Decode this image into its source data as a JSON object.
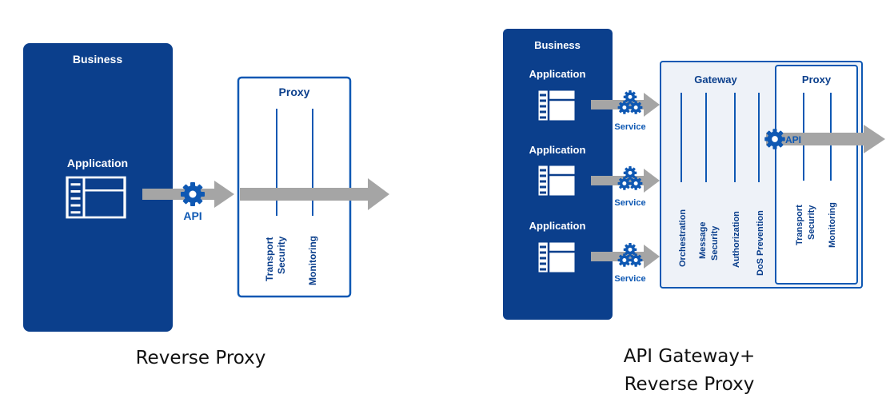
{
  "colors": {
    "business_blue": "#0b3f8c",
    "frame_blue": "#0e58b3",
    "gateway_fill": "#eef2f8",
    "arrow_gray": "#a5a5a5",
    "gear_blue": "#0e58b3"
  },
  "left": {
    "business_label": "Business",
    "application_label": "Application",
    "api_label": "API",
    "proxy_title": "Proxy",
    "proxy_lines": [
      "Transport",
      "Security"
    ],
    "monitoring_label": "Monitoring",
    "caption": "Reverse Proxy",
    "icons": [
      "application-window-icon",
      "gear-icon",
      "arrow-icon"
    ]
  },
  "right": {
    "business_label": "Business",
    "applications": [
      {
        "label": "Application",
        "service_label": "Service"
      },
      {
        "label": "Application",
        "service_label": "Service"
      },
      {
        "label": "Application",
        "service_label": "Service"
      }
    ],
    "gateway_title": "Gateway",
    "gateway_columns": [
      {
        "lines": [
          "Orchestration"
        ]
      },
      {
        "lines": [
          "Message",
          "Security"
        ]
      },
      {
        "lines": [
          "Authorization"
        ]
      },
      {
        "lines": [
          "DoS Prevention"
        ]
      }
    ],
    "proxy_title": "Proxy",
    "proxy_lines": [
      "Transport",
      "Security"
    ],
    "monitoring_label": "Monitoring",
    "api_label": "API",
    "caption_line1": "API Gateway+",
    "caption_line2": "Reverse Proxy",
    "icons": [
      "application-window-icon",
      "gears-icon",
      "gear-icon",
      "arrow-icon"
    ]
  }
}
